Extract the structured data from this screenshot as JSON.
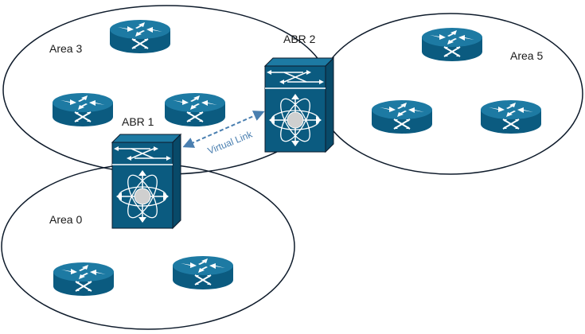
{
  "areas": [
    {
      "id": "area3",
      "label": "Area 3"
    },
    {
      "id": "area5",
      "label": "Area 5"
    },
    {
      "id": "area0",
      "label": "Area 0"
    }
  ],
  "abrs": [
    {
      "id": "abr1",
      "label": "ABR 1"
    },
    {
      "id": "abr2",
      "label": "ABR 2"
    }
  ],
  "virtual_link": {
    "label": "Virtual Link"
  },
  "colors": {
    "device": "#0b5b80",
    "device_top": "#1d7aa3",
    "accent": "#ffffff",
    "link": "#4a7fb0",
    "center": "#cfcfcf",
    "outline": "#0e1b2b"
  },
  "icons": [
    "router-icon",
    "layer3-switch-icon"
  ]
}
